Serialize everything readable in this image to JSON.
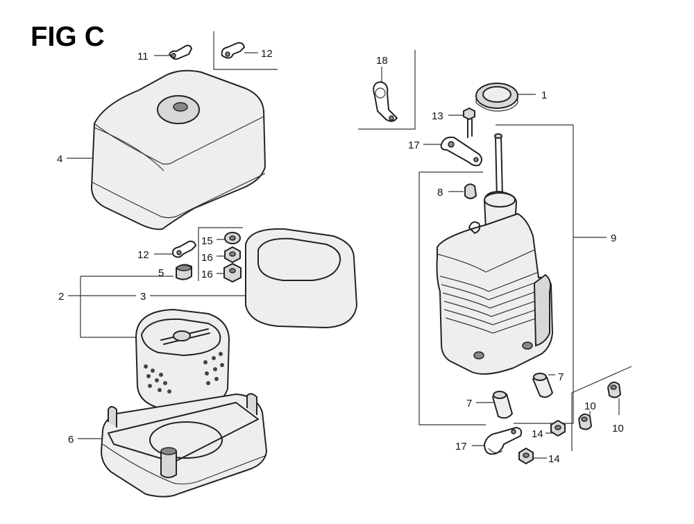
{
  "figure": {
    "title": "FIG C"
  },
  "callouts": [
    {
      "id": "c1",
      "number": "1"
    },
    {
      "id": "c2",
      "number": "2"
    },
    {
      "id": "c3",
      "number": "3"
    },
    {
      "id": "c4",
      "number": "4"
    },
    {
      "id": "c5",
      "number": "5"
    },
    {
      "id": "c6",
      "number": "6"
    },
    {
      "id": "c7a",
      "number": "7"
    },
    {
      "id": "c7b",
      "number": "7"
    },
    {
      "id": "c8",
      "number": "8"
    },
    {
      "id": "c9",
      "number": "9"
    },
    {
      "id": "c10a",
      "number": "10"
    },
    {
      "id": "c10b",
      "number": "10"
    },
    {
      "id": "c11",
      "number": "11"
    },
    {
      "id": "c12a",
      "number": "12"
    },
    {
      "id": "c12b",
      "number": "12"
    },
    {
      "id": "c13",
      "number": "13"
    },
    {
      "id": "c14a",
      "number": "14"
    },
    {
      "id": "c14b",
      "number": "14"
    },
    {
      "id": "c15",
      "number": "15"
    },
    {
      "id": "c16a",
      "number": "16"
    },
    {
      "id": "c16b",
      "number": "16"
    },
    {
      "id": "c17a",
      "number": "17"
    },
    {
      "id": "c17b",
      "number": "17"
    },
    {
      "id": "c18",
      "number": "18"
    }
  ]
}
